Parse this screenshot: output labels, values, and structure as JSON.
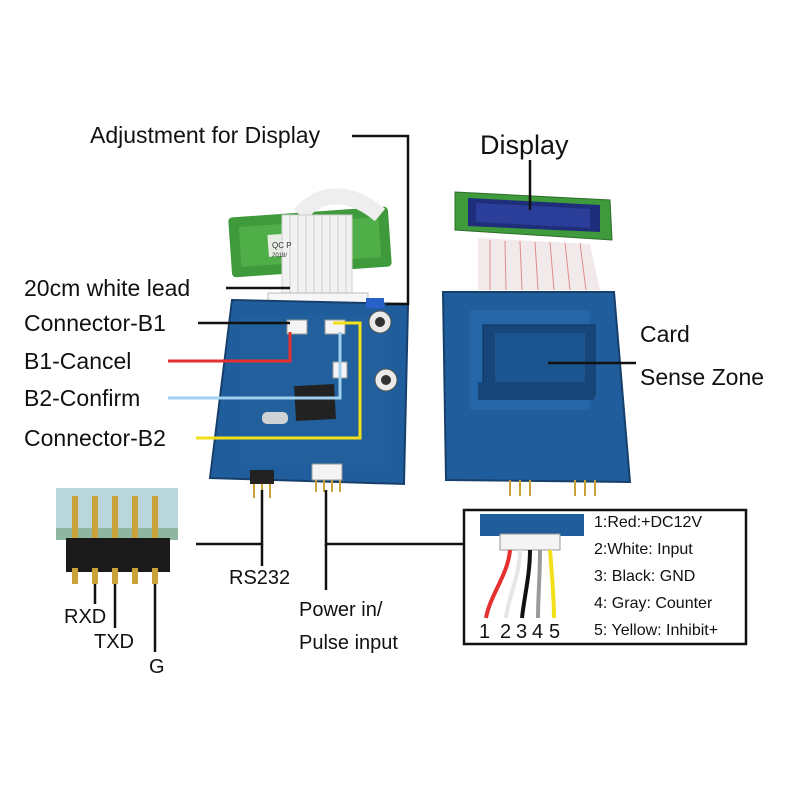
{
  "labels": {
    "adjustment": "Adjustment for Display",
    "display": "Display",
    "white_lead": "20cm white lead",
    "connector_b1": "Connector-B1",
    "b1_cancel": "B1-Cancel",
    "b2_confirm": "B2-Confirm",
    "connector_b2": "Connector-B2",
    "card": "Card",
    "sense_zone": "Sense Zone",
    "rs232": "RS232",
    "power_in": "Power in/",
    "pulse_input": "Pulse input",
    "rxd": "RXD",
    "txd": "TXD",
    "g": "G"
  },
  "pinout": {
    "items": [
      "1:Red:+DC12V",
      "2:White: Input",
      "3: Black: GND",
      "4: Gray: Counter",
      "5: Yellow: Inhibit+"
    ],
    "numbers": [
      "1",
      "2",
      "3",
      "4",
      "5"
    ]
  },
  "colors": {
    "pcb_blue": "#1f5d9c",
    "lcd_green": "#3e9a3a",
    "cancel_wire": "#e53030",
    "confirm_wire": "#9fd0ef",
    "b2_wire": "#f2e01a",
    "callout_line": "#111111"
  },
  "board_text": {
    "lcd_qc": "QC P",
    "lcd_date": "2018/"
  }
}
